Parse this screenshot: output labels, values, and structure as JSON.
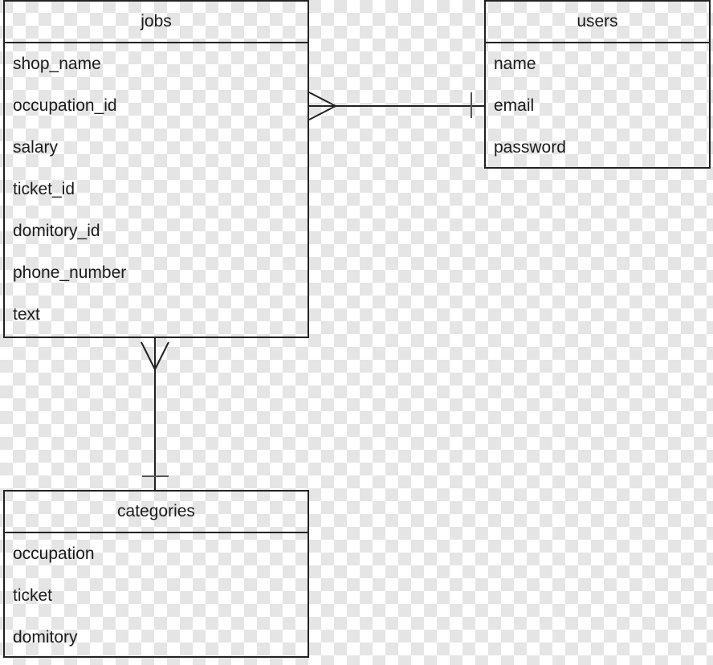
{
  "entities": {
    "jobs": {
      "title": "jobs",
      "fields": [
        "shop_name",
        "occupation_id",
        "salary",
        "ticket_id",
        "domitory_id",
        "phone_number",
        "text"
      ]
    },
    "users": {
      "title": "users",
      "fields": [
        "name",
        "email",
        "password"
      ]
    },
    "categories": {
      "title": "categories",
      "fields": [
        "occupation",
        "ticket",
        "domitory"
      ]
    }
  },
  "relationships": [
    {
      "from": "jobs",
      "from_cardinality": "many",
      "to": "users",
      "to_cardinality": "one"
    },
    {
      "from": "jobs",
      "from_cardinality": "many",
      "to": "categories",
      "to_cardinality": "one"
    }
  ],
  "colors": {
    "line": "#222222",
    "checker_light": "#ffffff",
    "checker_dark": "#e5e5e5"
  }
}
